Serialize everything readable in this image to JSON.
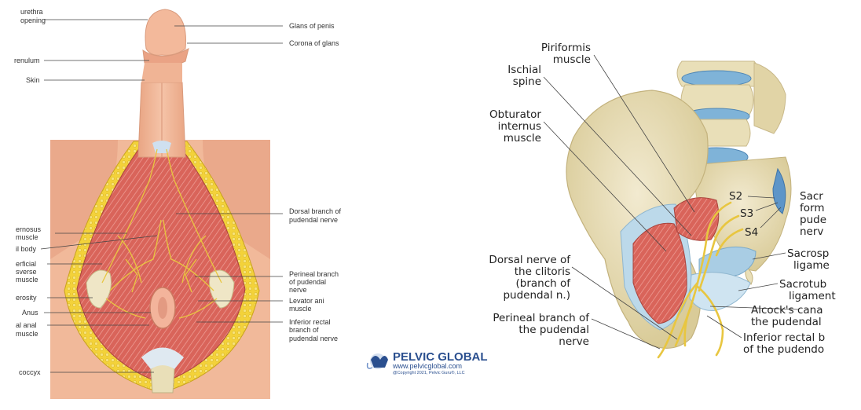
{
  "left_figure": {
    "labels": {
      "urethra_opening": [
        "urethra",
        "opening"
      ],
      "frenulum": "renulum",
      "skin": "Skin",
      "glans_of_penis": "Glans of penis",
      "corona_of_glans": "Corona of glans",
      "cavernosus": [
        "ernosus",
        "muscle"
      ],
      "perineal_body": "il body",
      "superficial_transverse": [
        "erficial",
        "sverse",
        "muscle"
      ],
      "tuberosity": "erosity",
      "anus": "Anus",
      "external_anal": [
        "al anal",
        "muscle"
      ],
      "coccyx": "coccyx",
      "dorsal_branch": [
        "Dorsal branch of",
        "pudendal nerve"
      ],
      "perineal_branch": [
        "Perineal branch",
        "of pudendal",
        "nerve"
      ],
      "levator_ani": [
        "Levator ani",
        "muscle"
      ],
      "inferior_rectal": [
        "Inferior rectal",
        "branch of",
        "pudendal nerve"
      ]
    }
  },
  "right_figure": {
    "labels": {
      "piriformis": [
        "Piriformis",
        "muscle"
      ],
      "ischial_spine": [
        "Ischial",
        "spine"
      ],
      "obturator_internus": [
        "Obturator",
        "internus",
        "muscle"
      ],
      "dorsal_nerve_clitoris": [
        "Dorsal nerve of",
        "the clitoris",
        "(branch of",
        "pudendal n.)"
      ],
      "perineal_branch": [
        "Perineal branch of",
        "the pudendal",
        "nerve"
      ],
      "s2": "S2",
      "s3": "S3",
      "s4": "S4",
      "sacral_foramina": [
        "Sacr",
        "form",
        "pude",
        "nerv"
      ],
      "sacrospinous": [
        "Sacrosp",
        "ligame"
      ],
      "sacrotuberous": [
        "Sacrotub",
        "ligament"
      ],
      "alcocks_canal": [
        "Alcock's cana",
        "the pudendal"
      ],
      "inferior_rectal": [
        "Inferior rectal b",
        "of the pudendo"
      ]
    }
  },
  "watermark": {
    "title": "PELVIC GLOBAL",
    "url": "www.pelvicglobal.com",
    "copyright": "@Copyright 2021, Pelvic Guru®, LLC"
  },
  "colors": {
    "skin": "#f1b99a",
    "muscle": "#d9645a",
    "fat": "#f3d23a",
    "nerve": "#e8c640",
    "bone": "#e9dfb8",
    "ligament": "#bcd9ea",
    "brand": "#2a4f8f"
  }
}
